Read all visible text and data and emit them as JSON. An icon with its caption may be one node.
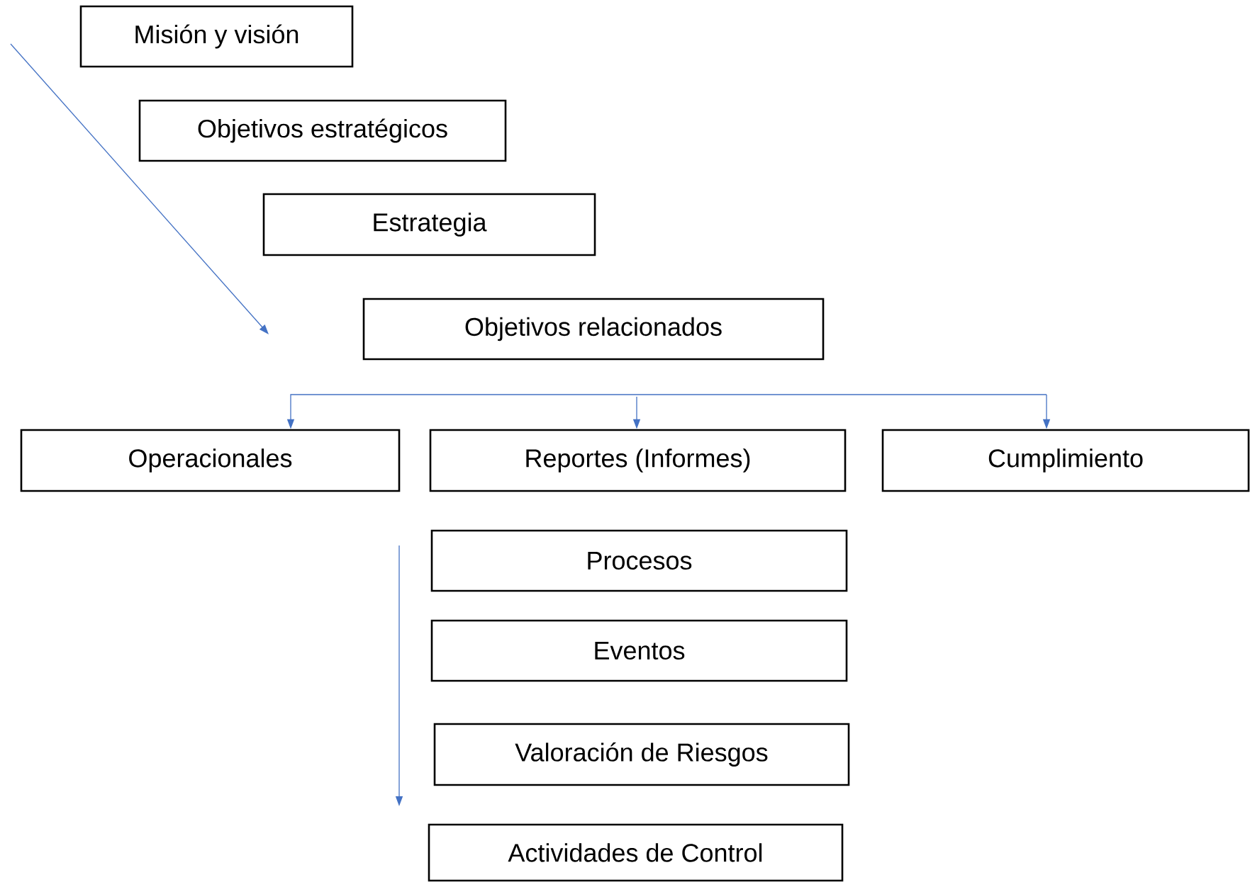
{
  "diagram": {
    "nodes": [
      {
        "text": [
          "Misión y visión"
        ]
      },
      {
        "text": [
          "Objetivos estratégicos"
        ]
      },
      {
        "text": [
          "Estrategia"
        ]
      },
      {
        "text": [
          "Objetivos relacionados"
        ]
      },
      {
        "text": [
          "Operacionales"
        ]
      },
      {
        "text": [
          "Reportes (Informes)"
        ]
      },
      {
        "text": [
          "Cumplimiento"
        ]
      },
      {
        "text": [
          "Procesos"
        ]
      },
      {
        "text": [
          "Eventos"
        ]
      },
      {
        "text": [
          "Valoración de Riesgos"
        ]
      },
      {
        "text": [
          "Actividades de Control"
        ]
      }
    ],
    "edges": [
      {
        "from": null,
        "to": 4,
        "arrow": "to"
      },
      {
        "from": null,
        "to": 5,
        "arrow": "to"
      },
      {
        "from": null,
        "to": 6,
        "arrow": "to"
      }
    ]
  }
}
